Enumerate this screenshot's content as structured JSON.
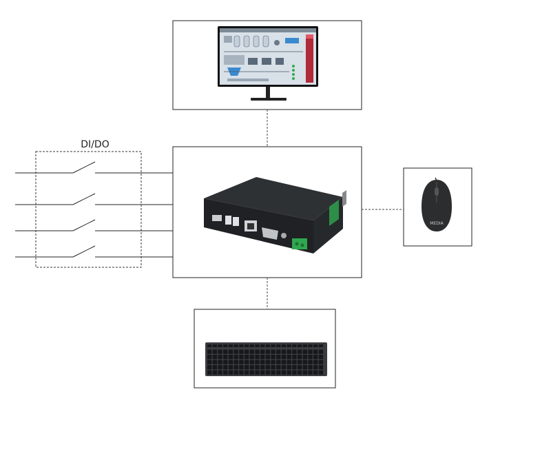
{
  "diagram": {
    "dido_label": "DI/DO"
  },
  "nodes": {
    "monitor": {
      "kind": "monitor-with-scada-screen"
    },
    "controller": {
      "kind": "embedded-controller-box"
    },
    "mouse": {
      "kind": "computer-mouse",
      "brand_text": "MEDIA"
    },
    "keyboard": {
      "kind": "full-size-keyboard"
    }
  },
  "colors": {
    "frame": "#222222",
    "connector": "#444444",
    "device_body": "#2a2d30",
    "terminal_green": "#2fa84f",
    "scada_bg": "#d8e0e8",
    "scada_alarm": "#b02a3a"
  },
  "io_channels": [
    {
      "type": "switch"
    },
    {
      "type": "switch"
    },
    {
      "type": "switch"
    },
    {
      "type": "switch"
    }
  ]
}
